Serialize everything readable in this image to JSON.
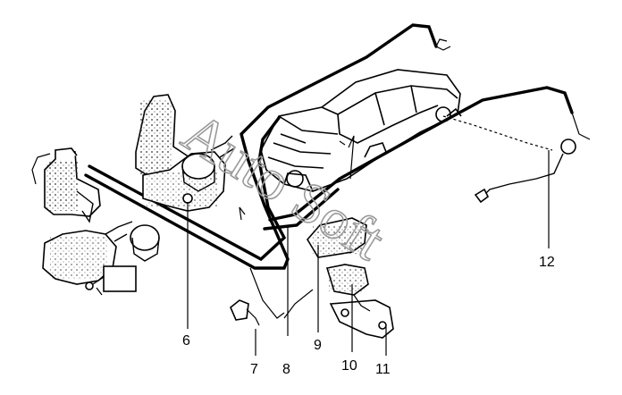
{
  "watermark": "Auto Soft",
  "callouts": [
    {
      "id": "6",
      "label": "6"
    },
    {
      "id": "7",
      "label": "7"
    },
    {
      "id": "8",
      "label": "8"
    },
    {
      "id": "9",
      "label": "9"
    },
    {
      "id": "10",
      "label": "10"
    },
    {
      "id": "11",
      "label": "11"
    },
    {
      "id": "12",
      "label": "12"
    }
  ],
  "colors": {
    "line": "#000000",
    "background": "#ffffff",
    "watermark": "#9a9a9a"
  }
}
